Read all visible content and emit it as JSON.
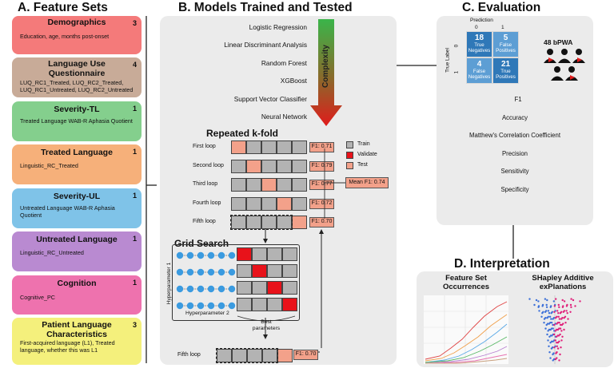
{
  "sections": {
    "a": "A. Feature Sets",
    "b": "B. Models Trained and Tested",
    "c": "C. Evaluation",
    "d": "D. Interpretation"
  },
  "feature_sets": [
    {
      "title": "Demographics",
      "count": "3",
      "desc": "Education, age, months post-onset",
      "color": "#f47a7a"
    },
    {
      "title": "Language Use Questionnaire",
      "count": "4",
      "desc": "LUQ_RC1_Treated, LUQ_RC2_Treated, LUQ_RC1_Untreated, LUQ_RC2_Untreated",
      "color": "#c8ab98"
    },
    {
      "title": "Severity-TL",
      "count": "1",
      "desc": "Treated Language WAB-R Aphasia Quotient",
      "color": "#84cf8d"
    },
    {
      "title": "Treated Language",
      "count": "1",
      "desc": "Linguistic_RC_Treated",
      "color": "#f6b07a"
    },
    {
      "title": "Severity-UL",
      "count": "1",
      "desc": "Untreated Language WAB-R Aphasia Quotient",
      "color": "#7fc3e8"
    },
    {
      "title": "Untreated Language",
      "count": "1",
      "desc": "Linguistic_RC_Untreated",
      "color": "#b98ad1"
    },
    {
      "title": "Cognition",
      "count": "1",
      "desc": "Cognitive_PC",
      "color": "#ee72ae"
    },
    {
      "title": "Patient Language Characteristics",
      "count": "3",
      "desc": "First-acquired language (L1), Treated language, whether this was L1",
      "color": "#f4f07c"
    }
  ],
  "models": [
    "Logistic Regression",
    "Linear Discriminant Analysis",
    "Random Forest",
    "XGBoost",
    "Support Vector Classifier",
    "Neural Network"
  ],
  "complexity_label": "Complexity",
  "kfold": {
    "title": "Repeated k-fold",
    "loops": [
      {
        "label": "First loop",
        "f1": "F1: 0.71",
        "test": 0
      },
      {
        "label": "Second loop",
        "f1": "F1: 0.79",
        "test": 1
      },
      {
        "label": "Third loop",
        "f1": "F1: 0.77",
        "test": 2
      },
      {
        "label": "Fourth loop",
        "f1": "F1: 0.72",
        "test": 3
      },
      {
        "label": "Fifth loop",
        "f1": "F1: 0.70",
        "test": 4
      }
    ],
    "mean": "Mean F1: 0.74",
    "legend": [
      {
        "label": "Train",
        "color": "#b3b3b3"
      },
      {
        "label": "Validate",
        "color": "#e8121a"
      },
      {
        "label": "Test",
        "color": "#f3a18a"
      }
    ]
  },
  "grid_search": {
    "title": "Grid Search",
    "hp1": "Hyperparameter 1",
    "hp2": "Hyperparameter 2",
    "best": "Best parameters",
    "fifth_loop": "Fifth loop",
    "fifth_f1": "F1: 0.70",
    "validate_cols": [
      0,
      1,
      2,
      3
    ]
  },
  "evaluation": {
    "prediction": "Prediction",
    "true_label": "True Label",
    "axis_0": "0",
    "axis_1": "1",
    "cells": [
      {
        "n": "18",
        "label": "True Negatives"
      },
      {
        "n": "5",
        "label": "False Positives"
      },
      {
        "n": "4",
        "label": "False Negatives"
      },
      {
        "n": "21",
        "label": "True Positives"
      }
    ],
    "bpwa": "48 bPWA",
    "metrics": [
      "F1",
      "Accuracy",
      "Matthew's Correlation Coefficient",
      "Precision",
      "Sensitivity",
      "Specificity"
    ]
  },
  "interpretation": {
    "left_title": "Feature Set Occurrences",
    "right_title": "SHapley Additive exPlanations"
  },
  "colors": {
    "train": "#b3b3b3",
    "validate": "#e8121a",
    "test": "#f3a18a",
    "panel": "#ebebeb",
    "node": "#3b9be0",
    "cm_dark": "#2f78b8"
  }
}
